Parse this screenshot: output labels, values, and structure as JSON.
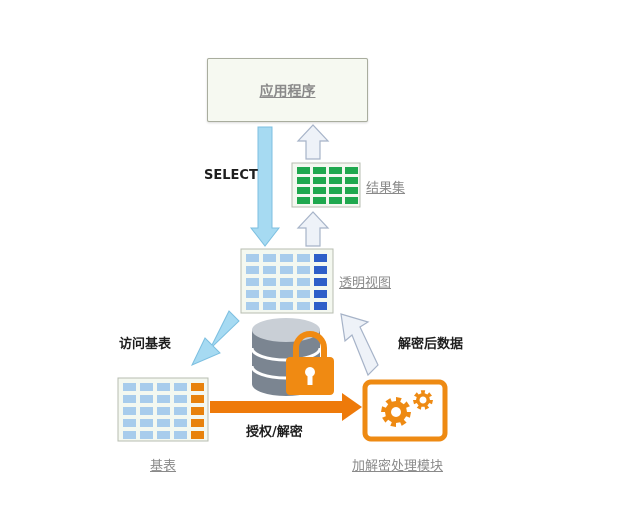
{
  "labels": {
    "app": "应用程序",
    "select": "SELECT",
    "result_set": "结果集",
    "view": "透明视图",
    "access_base": "访问基表",
    "decrypted_data": "解密后数据",
    "base_table": "基表",
    "auth_decrypt": "授权/解密",
    "crypto_module": "加解密处理模块"
  },
  "colors": {
    "result_cells": "#1fa84e",
    "table_cells": "#a8ccec",
    "view_last_col": "#2f5fc8",
    "base_last_col": "#e8820c",
    "module_orange": "#ee8a13",
    "select_arrow": "#a6daf2",
    "access_arrow": "#a6daf2",
    "hollow_arrow": "#eef2f8",
    "lock_orange": "#f08a12"
  },
  "icons": {
    "db": "database-icon",
    "lock": "lock-icon",
    "gears": "gears-icon"
  }
}
